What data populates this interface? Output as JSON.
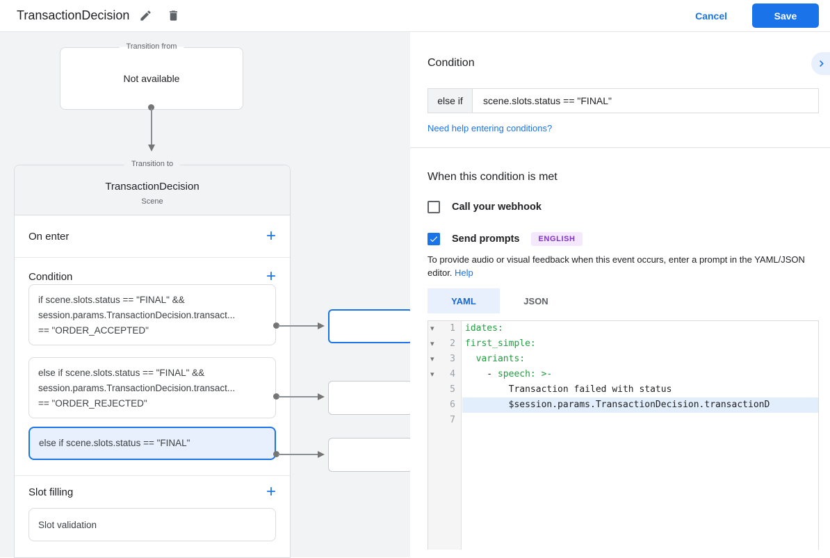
{
  "header": {
    "title": "TransactionDecision",
    "cancel": "Cancel",
    "save": "Save"
  },
  "canvas": {
    "transition_from": {
      "legend": "Transition from",
      "text": "Not available"
    },
    "scene": {
      "legend": "Transition to",
      "title": "TransactionDecision",
      "type": "Scene",
      "on_enter_label": "On enter",
      "condition_label": "Condition",
      "conditions": [
        {
          "lines": [
            "if scene.slots.status == \"FINAL\" &&",
            "session.params.TransactionDecision.transact...",
            "== \"ORDER_ACCEPTED\""
          ]
        },
        {
          "lines": [
            "else if scene.slots.status == \"FINAL\" &&",
            "session.params.TransactionDecision.transact...",
            "== \"ORDER_REJECTED\""
          ]
        },
        {
          "lines": [
            "else if scene.slots.status == \"FINAL\""
          ]
        }
      ],
      "slot_filling_label": "Slot filling",
      "slot_items": [
        {
          "label": "Slot validation"
        }
      ]
    }
  },
  "panel": {
    "heading": "Condition",
    "condition_prefix": "else if",
    "condition_expression": "scene.slots.status == \"FINAL\"",
    "help_link": "Need help entering conditions?",
    "when_heading": "When this condition is met",
    "webhook_label": "Call your webhook",
    "prompts_label": "Send prompts",
    "language_badge": "ENGLISH",
    "description": "To provide audio or visual feedback when this event occurs, enter a prompt in the YAML/JSON editor.",
    "help_label": "Help",
    "tabs": {
      "yaml": "YAML",
      "json": "JSON"
    },
    "editor": {
      "lines": [
        {
          "num": "1",
          "key": "idates:"
        },
        {
          "num": "2",
          "key": "first_simple:"
        },
        {
          "num": "3",
          "key": "  variants:"
        },
        {
          "num": "4",
          "plain": "    - ",
          "key": "speech: >-"
        },
        {
          "num": "5",
          "plain": "        Transaction failed with status"
        },
        {
          "num": "6",
          "plain": "        $session.params.TransactionDecision.transactionD"
        },
        {
          "num": "7"
        }
      ]
    }
  },
  "colors": {
    "accent": "#1a73e8",
    "code_key": "#1e9e3e",
    "selected_bg": "#e8f0fe",
    "badge_bg": "#f3e8fd",
    "badge_text": "#8430ce"
  }
}
